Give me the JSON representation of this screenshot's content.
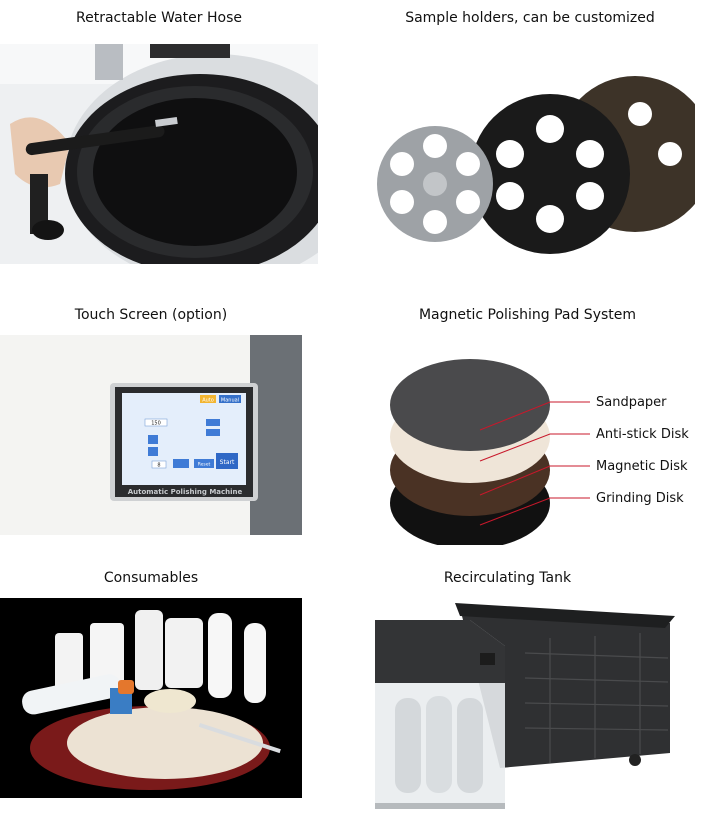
{
  "panels": {
    "hose": {
      "caption": "Retractable Water Hose"
    },
    "holders": {
      "caption": "Sample holders, can be customized"
    },
    "touch": {
      "caption": "Touch Screen (option)",
      "screen_label": "Automatic Polishing Machine",
      "run_label": "Auto",
      "menu_label": "Manual",
      "start_label": "Start",
      "reset_label": "Reset",
      "value_a": "150",
      "value_b": "8"
    },
    "pads": {
      "caption": "Magnetic Polishing Pad System",
      "layers": [
        "Sandpaper",
        "Anti-stick Disk",
        "Magnetic Disk",
        "Grinding Disk"
      ],
      "colors": [
        "#4a4a4c",
        "#efe5d8",
        "#4a3224",
        "#111111"
      ],
      "line_color": "#c8182b"
    },
    "consumables": {
      "caption": "Consumables"
    },
    "tank": {
      "caption": "Recirculating Tank"
    }
  }
}
